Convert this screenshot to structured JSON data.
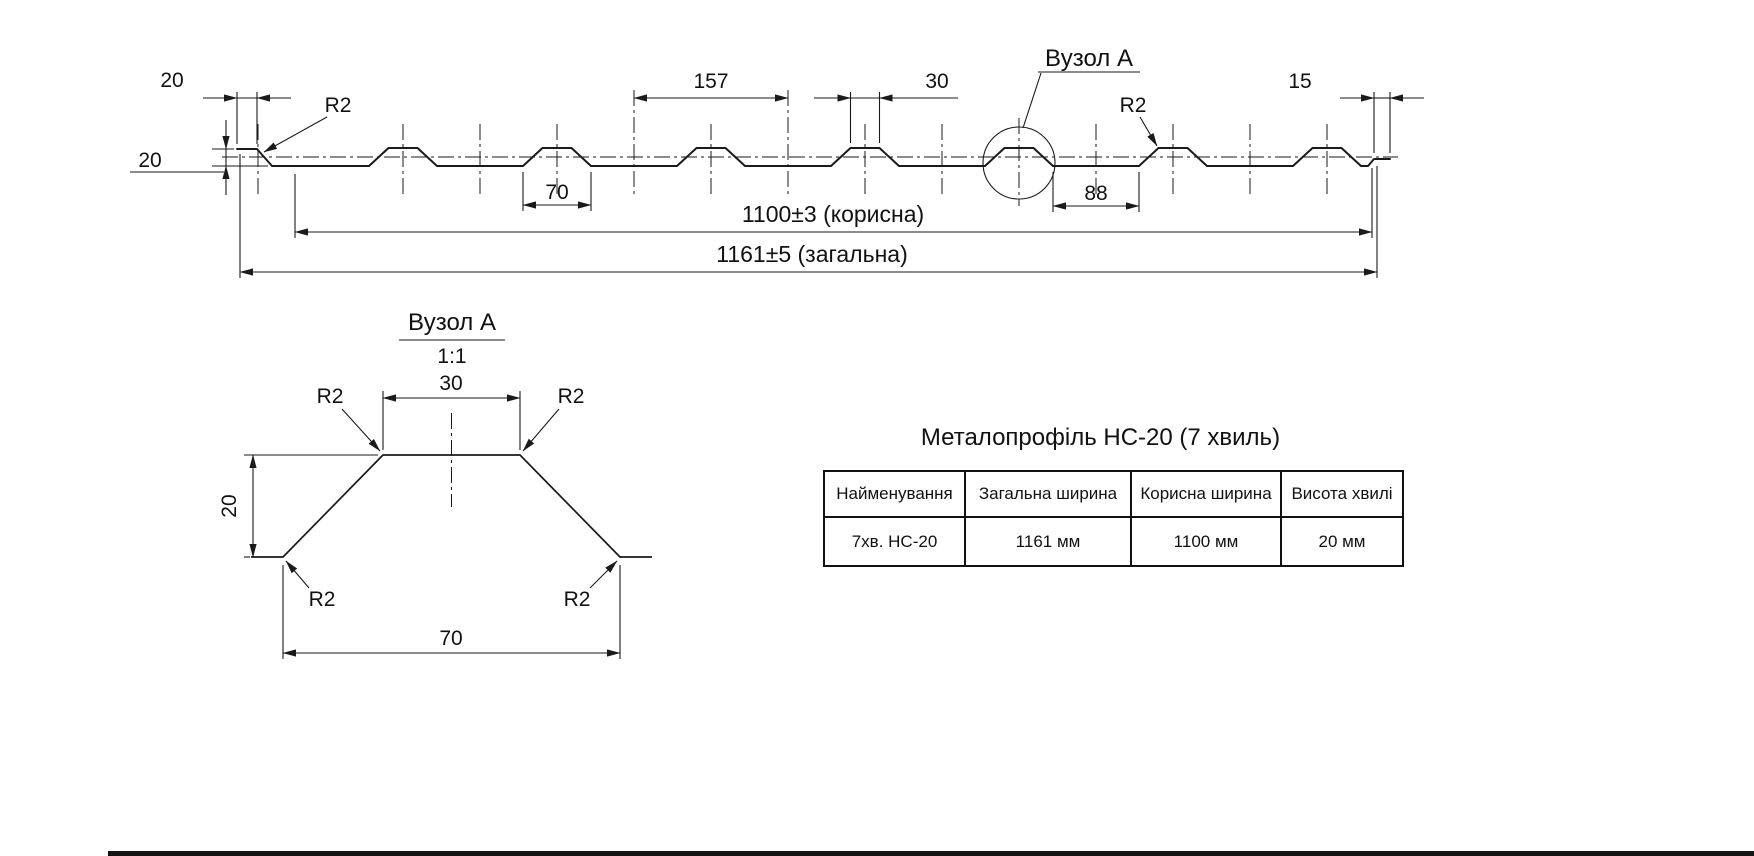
{
  "colors": {
    "line": "#1a1a1a",
    "background": "#ffffff"
  },
  "main_view": {
    "dim_lip_left": "20",
    "dim_height": "20",
    "radius_left": "R2",
    "dim_pitch": "157",
    "dim_crest_top": "30",
    "node_callout": "Вузол А",
    "radius_right": "R2",
    "dim_lip_right": "15",
    "dim_crest_bottom": "70",
    "dim_trough_bottom": "88",
    "dim_useful": "1100±3 (корисна)",
    "dim_overall": "1161±5 (загальна)"
  },
  "detail_view": {
    "title": "Вузол А",
    "scale": "1:1",
    "dim_top": "30",
    "dim_height": "20",
    "dim_bottom": "70",
    "radius_top_left": "R2",
    "radius_top_right": "R2",
    "radius_bottom_left": "R2",
    "radius_bottom_right": "R2"
  },
  "spec": {
    "title": "Металопрофіль НС-20 (7 хвиль)",
    "table": {
      "headers": [
        "Найменування",
        "Загальна ширина",
        "Корисна ширина",
        "Висота хвилі"
      ],
      "row": [
        "7хв. НС-20",
        "1161 мм",
        "1100 мм",
        "20 мм"
      ]
    }
  }
}
